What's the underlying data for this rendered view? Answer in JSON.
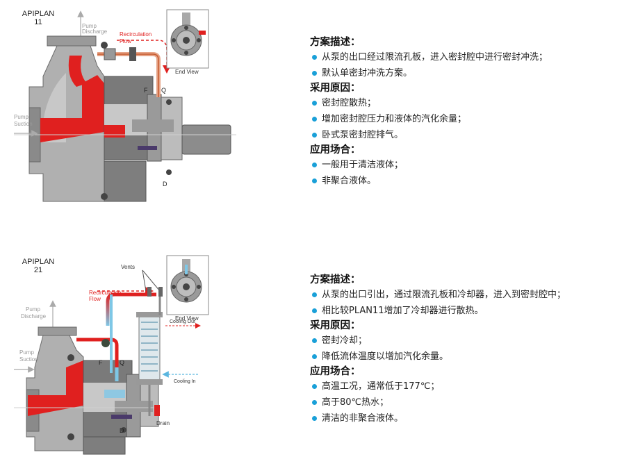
{
  "colors": {
    "bullet": "#1aa0d8",
    "process": "#e0201f",
    "cooling": "#7ec7e6",
    "casing": "#a8a8a8",
    "dark": "#555555"
  },
  "plan11": {
    "label_line1": "APIPLAN",
    "label_line2": "11",
    "diagram_labels": {
      "pump_discharge_1": "Pump",
      "pump_discharge_2": "Discharge",
      "recirculation_1": "Recirculation",
      "recirculation_2": "Flow",
      "pump_suction_1": "Pump",
      "pump_suction_2": "Suction",
      "end_view": "End View",
      "f": "F",
      "q": "Q",
      "d": "D"
    },
    "sections": [
      {
        "heading": "方案描述：",
        "items": [
          "从泵的出口经过限流孔板，进入密封腔中进行密封冲洗；",
          "默认单密封冲洗方案。"
        ]
      },
      {
        "heading": "采用原因：",
        "items": [
          "密封腔散热；",
          "增加密封腔压力和液体的汽化余量；",
          "卧式泵密封腔排气。"
        ]
      },
      {
        "heading": "应用场合：",
        "items": [
          "一般用于清洁液体；",
          "非聚合液体。"
        ]
      }
    ]
  },
  "plan21": {
    "label_line1": "APIPLAN",
    "label_line2": "21",
    "diagram_labels": {
      "pump_discharge_1": "Pump",
      "pump_discharge_2": "Discharge",
      "recirculation_1": "Recirculation",
      "recirculation_2": "Flow",
      "pump_suction_1": "Pump",
      "pump_suction_2": "Suction",
      "vents": "Vents",
      "end_view": "End View",
      "cooling_out": "Cooling Out",
      "cooling_in": "Cooling In",
      "drain": "Drain",
      "f": "F",
      "q": "Q",
      "d": "D"
    },
    "sections": [
      {
        "heading": "方案描述：",
        "items": [
          "从泵的出口引出，通过限流孔板和冷却器，进入到密封腔中；",
          "相比较PLAN11增加了冷却器进行散热。"
        ]
      },
      {
        "heading": "采用原因：",
        "items": [
          "密封冷却；",
          "降低流体温度以增加汽化余量。"
        ]
      },
      {
        "heading": "应用场合：",
        "items": [
          "高温工况，通常低于177℃；",
          "高于80℃热水；",
          "清洁的非聚合液体。"
        ]
      }
    ]
  }
}
